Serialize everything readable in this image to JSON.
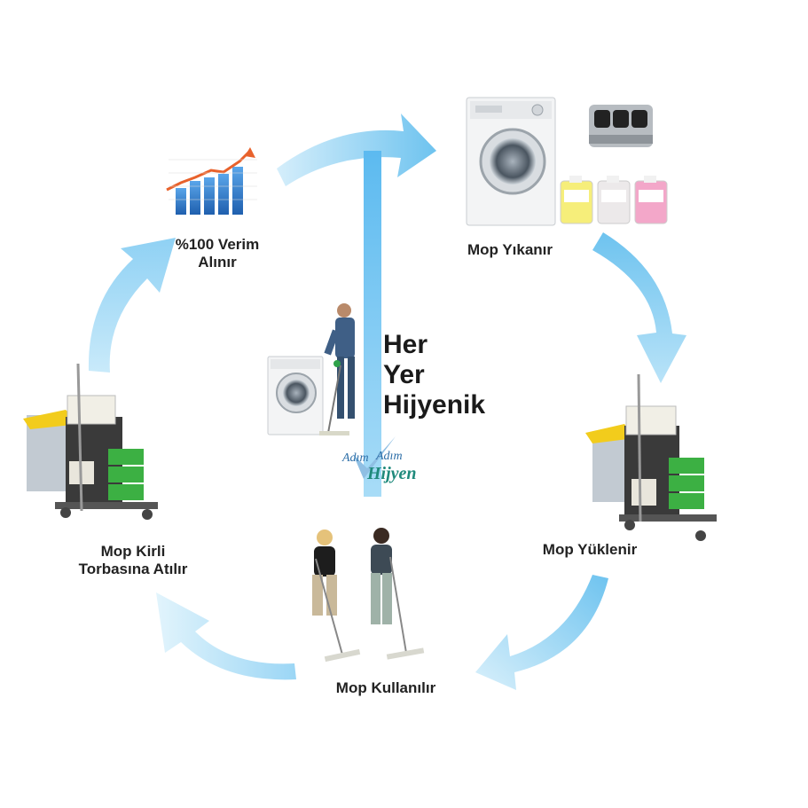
{
  "steps": {
    "top": {
      "line1": "%100 Verim",
      "line2": "Alınır"
    },
    "wash": {
      "label": "Mop Yıkanır"
    },
    "load": {
      "label": "Mop Yüklenir"
    },
    "use": {
      "label": "Mop Kullanılır"
    },
    "dirty": {
      "line1": "Mop Kirli",
      "line2": "Torbasına Atılır"
    }
  },
  "center": {
    "line1": "Her",
    "line2": "Yer",
    "line3": "Hijyenik"
  },
  "logo": {
    "word1": "Adım",
    "word2": "Adım",
    "word3": "Hijyen"
  },
  "colors": {
    "arrow": "#7fcaf0",
    "arrow_light": "#d9f0fb",
    "bars": "#2f7fd0",
    "trend": "#e8622c",
    "cart_body": "#3a3a3a",
    "bucket_green": "#3cb043",
    "bag_yellow": "#f2cc1c",
    "overall": "#2c5f8a"
  },
  "icons": [
    "growth-chart-icon",
    "washing-machine-icon",
    "detergent-canisters-icon",
    "dosing-pump-icon",
    "cleaning-cart-icon",
    "mopping-people-icon",
    "worker-icon"
  ]
}
